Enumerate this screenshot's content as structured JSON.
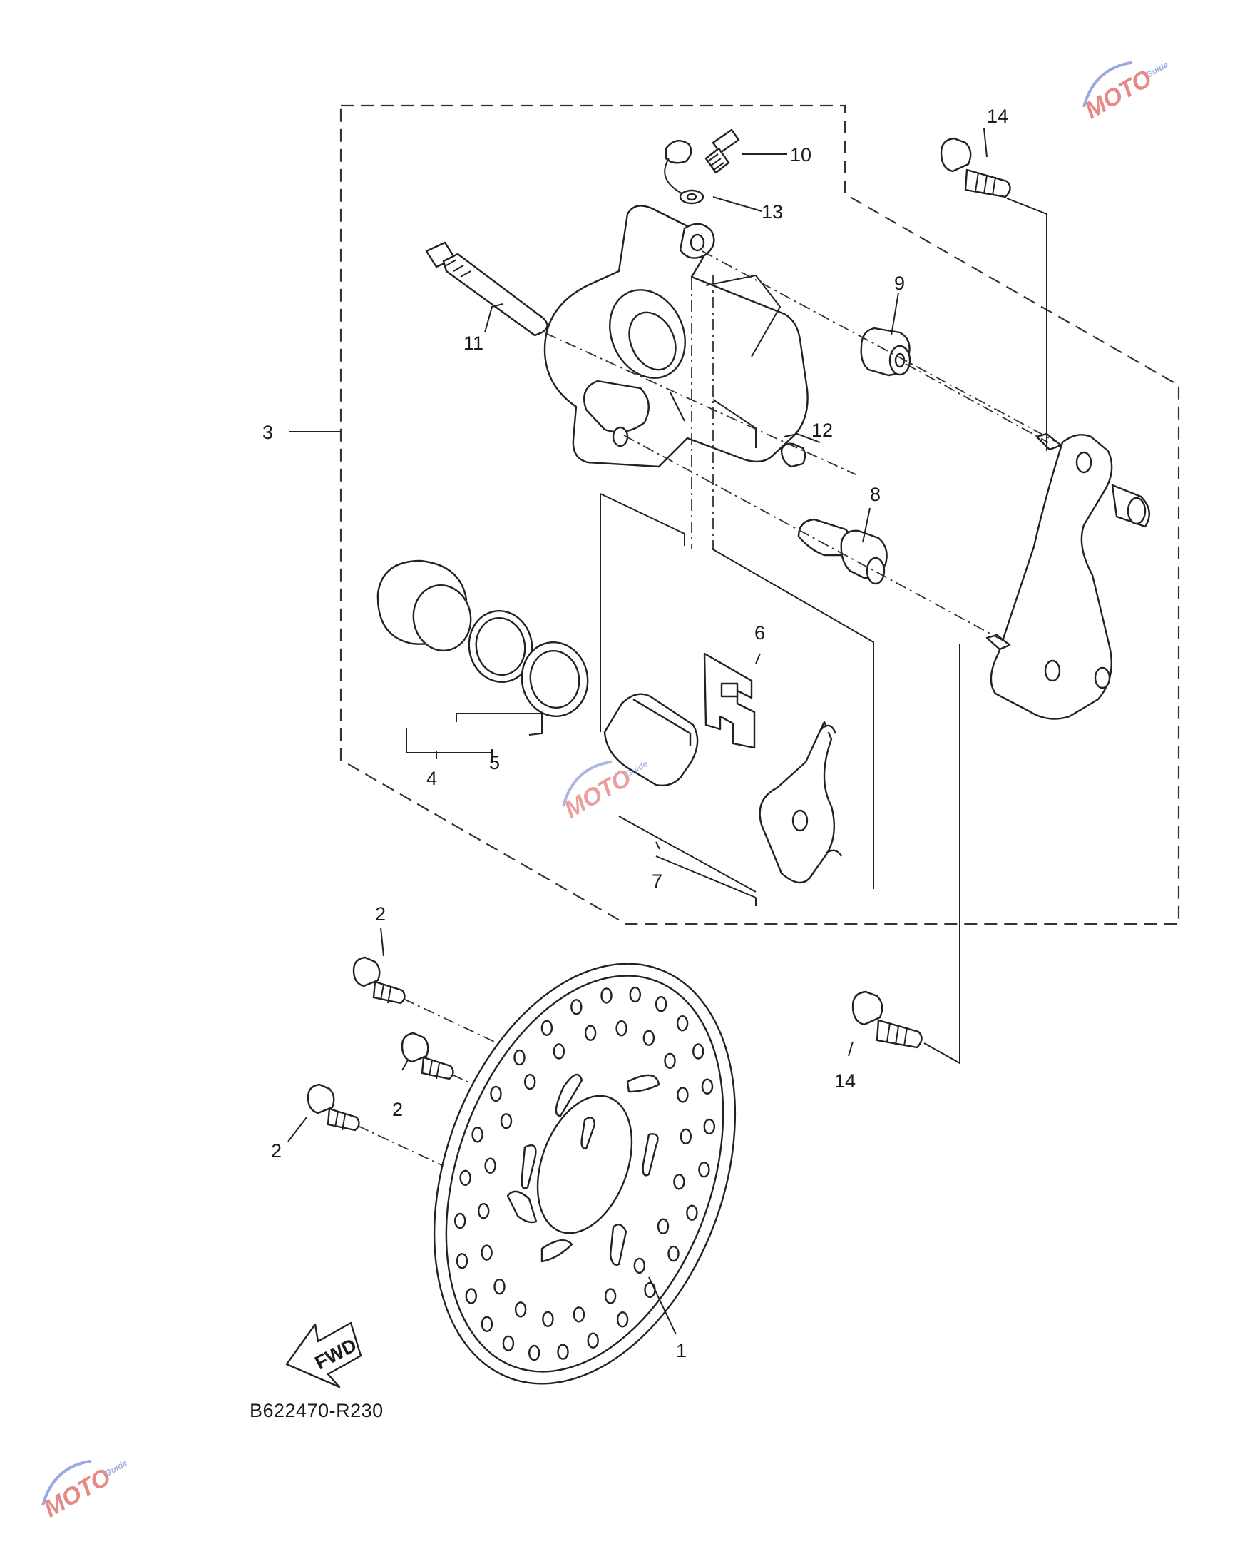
{
  "diagram_code": "B622470-R230",
  "fwd_label": "FWD",
  "watermark": "MOTO Guide",
  "callouts": {
    "c1": "1",
    "c2a": "2",
    "c2b": "2",
    "c2c": "2",
    "c3": "3",
    "c4": "4",
    "c5": "5",
    "c6": "6",
    "c7": "7",
    "c8": "8",
    "c9": "9",
    "c10": "10",
    "c11": "11",
    "c12": "12",
    "c13": "13",
    "c14a": "14",
    "c14b": "14"
  },
  "colors": {
    "line": "#222222",
    "watermark_red": "#d12a2a",
    "watermark_blue": "#4a62c8"
  }
}
